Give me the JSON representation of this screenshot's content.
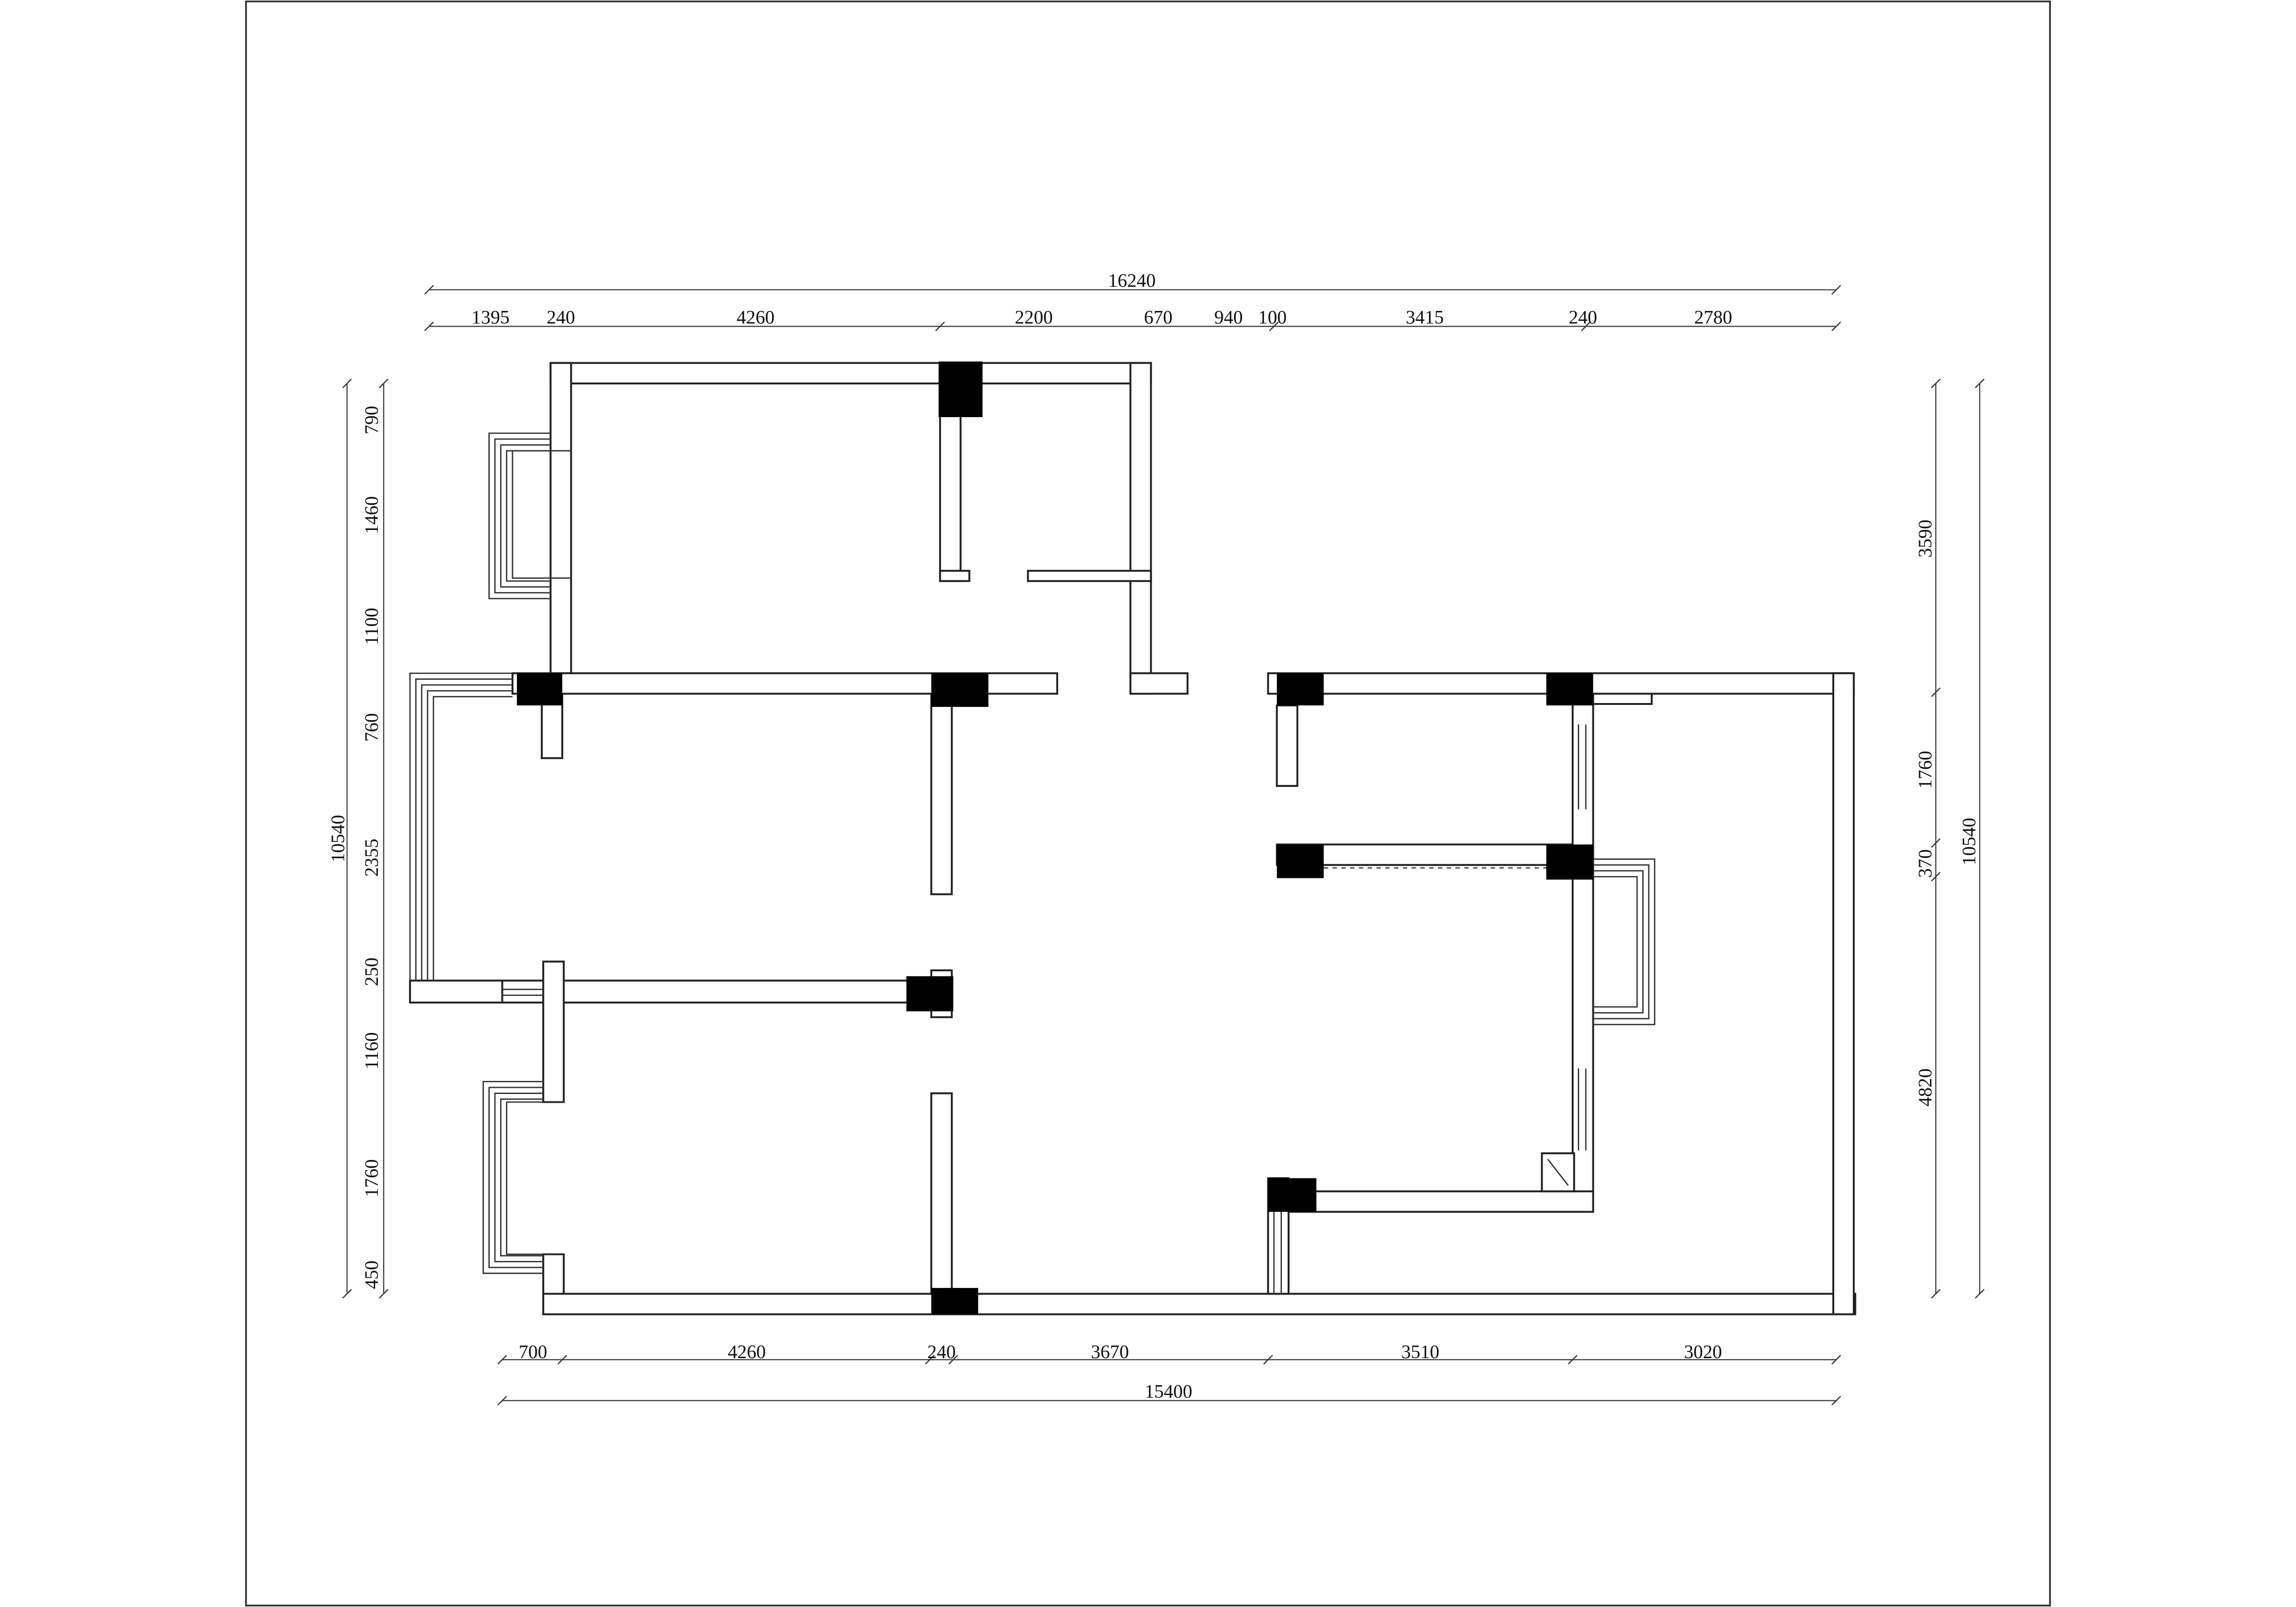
{
  "dimensions": {
    "top_total": "16240",
    "top_segments": [
      "1395",
      "240",
      "4260",
      "2200",
      "670",
      "940",
      "100",
      "3415",
      "240",
      "2780"
    ],
    "bottom_segments": [
      "700",
      "4260",
      "240",
      "3670",
      "3510",
      "3020"
    ],
    "bottom_total": "15400",
    "left_total": "10540",
    "left_segments": [
      "790",
      "1460",
      "1100",
      "760",
      "2355",
      "250",
      "1160",
      "1760",
      "450"
    ],
    "right_total": "10540",
    "right_segments": [
      "3590",
      "1760",
      "370",
      "4820"
    ]
  },
  "colors": {
    "wall_stroke": "#222222",
    "column_fill": "#000000",
    "background": "#ffffff"
  }
}
